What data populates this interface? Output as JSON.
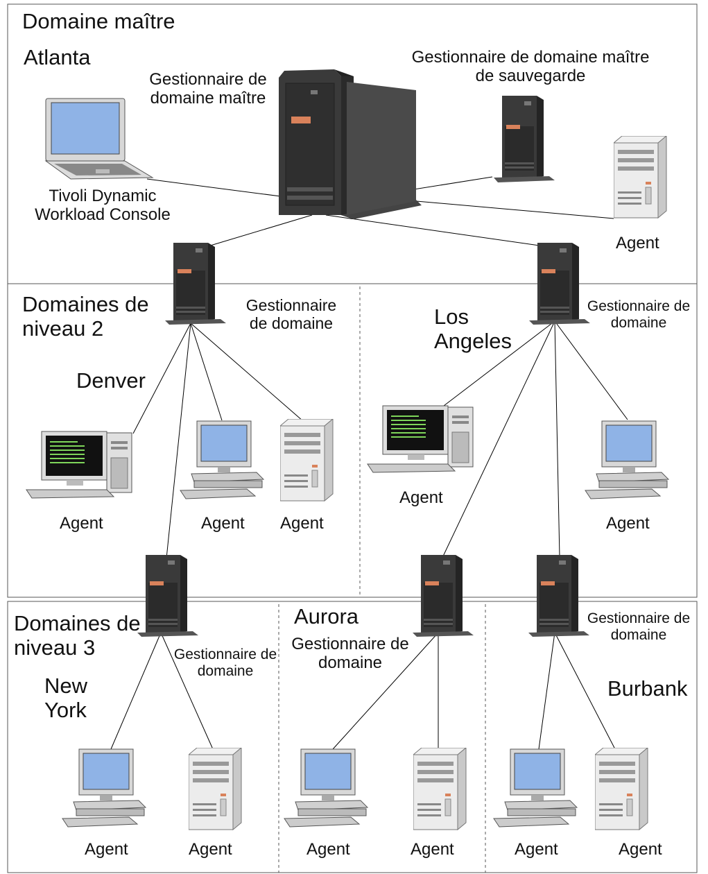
{
  "master": {
    "domain_title": "Domaine maître",
    "city": "Atlanta",
    "manager_label": "Gestionnaire de domaine maître",
    "backup_label": "Gestionnaire de domaine maître de sauvegarde",
    "console_label": "Tivoli Dynamic Workload Console",
    "agent_label": "Agent"
  },
  "level2": {
    "title": "Domaines de niveau 2",
    "denver": {
      "city": "Denver",
      "manager_label": "Gestionnaire de domaine",
      "agents": [
        "Agent",
        "Agent",
        "Agent"
      ]
    },
    "la": {
      "city": "Los Angeles",
      "manager_label": "Gestionnaire de domaine",
      "agents": [
        "Agent",
        "Agent"
      ]
    }
  },
  "level3": {
    "title": "Domaines de niveau 3",
    "newyork": {
      "city": "New York",
      "manager_label": "Gestionnaire de domaine",
      "agents": [
        "Agent",
        "Agent"
      ]
    },
    "aurora": {
      "city": "Aurora",
      "manager_label": "Gestionnaire de domaine",
      "agents": [
        "Agent",
        "Agent"
      ]
    },
    "burbank": {
      "city": "Burbank",
      "manager_label": "Gestionnaire de domaine",
      "agents": [
        "Agent",
        "Agent"
      ]
    }
  },
  "colors": {
    "tower": "#3a3a3a",
    "tower_front": "#2b2b2b",
    "accent": "#d9825b",
    "screen_blue": "#8fb3e6",
    "screen_green_text": "#7fd65a",
    "server_light": "#e8e8e8",
    "line": "#000000"
  }
}
